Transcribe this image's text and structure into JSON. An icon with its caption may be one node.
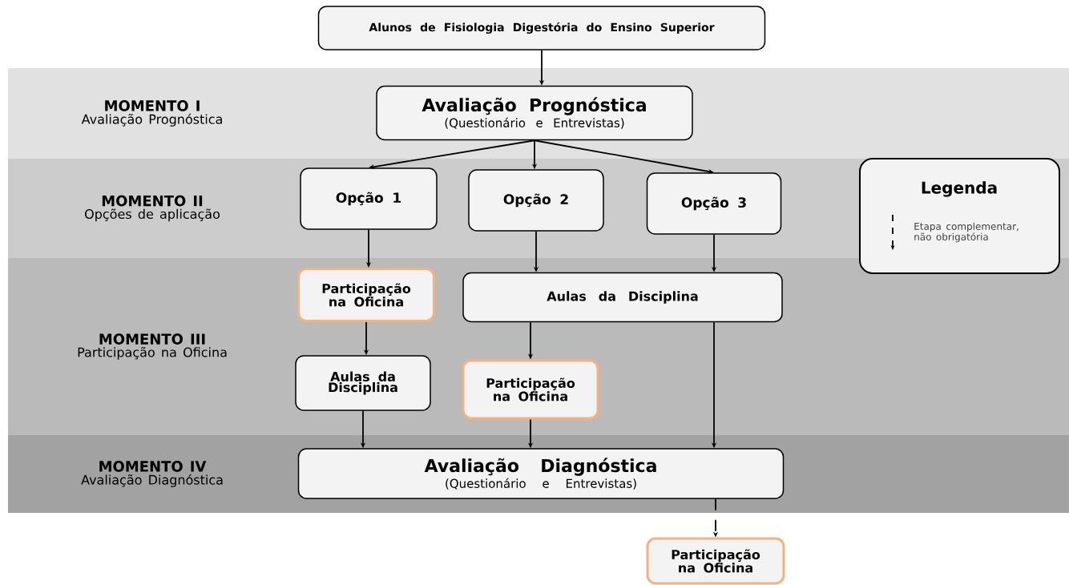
{
  "diagram": {
    "nodes": [
      {
        "text": [
          "Alunos de Fisiologia Digestória do Ensino Superior"
        ]
      },
      {
        "text": [
          "MOMENTO I",
          "Avaliação Prognóstica"
        ]
      },
      {
        "text": [
          "Avaliação Prognóstica",
          "(Questionário e Entrevistas)"
        ],
        "in": 1
      },
      {
        "text": [
          "MOMENTO II",
          "Opções de aplicação"
        ]
      },
      {
        "text": [
          "Opção 1"
        ],
        "in": 3
      },
      {
        "text": [
          "Opção 2"
        ],
        "in": 3
      },
      {
        "text": [
          "Opção 3"
        ],
        "in": 3
      },
      {
        "text": [
          "MOMENTO III",
          "Participação na Oficina"
        ]
      },
      {
        "text": [
          "Participação na Oficina"
        ],
        "in": 7
      },
      {
        "text": [
          "Aulas da Disciplina"
        ],
        "in": 7
      },
      {
        "text": [
          "Aulas da Disciplina"
        ],
        "in": 7
      },
      {
        "text": [
          "Participação na Oficina"
        ],
        "in": 7
      },
      {
        "text": [
          "MOMENTO IV",
          "Avaliação Diagnóstica"
        ]
      },
      {
        "text": [
          "Avaliação Diagnóstica",
          "(Questionário e Entrevistas)"
        ],
        "in": 12
      },
      {
        "text": [
          "Participação na Oficina"
        ]
      }
    ],
    "edges": [
      {
        "from": 0,
        "to": 2,
        "arrow": "to"
      },
      {
        "from": 2,
        "to": 4,
        "arrow": "to"
      },
      {
        "from": 2,
        "to": 5,
        "arrow": "to"
      },
      {
        "from": 2,
        "to": 6,
        "arrow": "to"
      },
      {
        "from": 4,
        "to": 8,
        "arrow": "to"
      },
      {
        "from": 5,
        "to": 9,
        "arrow": "to"
      },
      {
        "from": 6,
        "to": 9,
        "arrow": "to"
      },
      {
        "from": 8,
        "to": 10,
        "arrow": "to"
      },
      {
        "from": 9,
        "to": 11,
        "arrow": "to"
      },
      {
        "from": 9,
        "to": 13,
        "arrow": "to"
      },
      {
        "from": 10,
        "to": 13,
        "arrow": "to"
      },
      {
        "from": 11,
        "to": 13,
        "arrow": "to"
      },
      {
        "from": 13,
        "to": 14,
        "arrow": "to",
        "style": "dashed"
      }
    ],
    "labels": [
      "Legenda"
    ],
    "legend": [
      {
        "text": "Etapa complementar, não obrigatória"
      }
    ]
  }
}
